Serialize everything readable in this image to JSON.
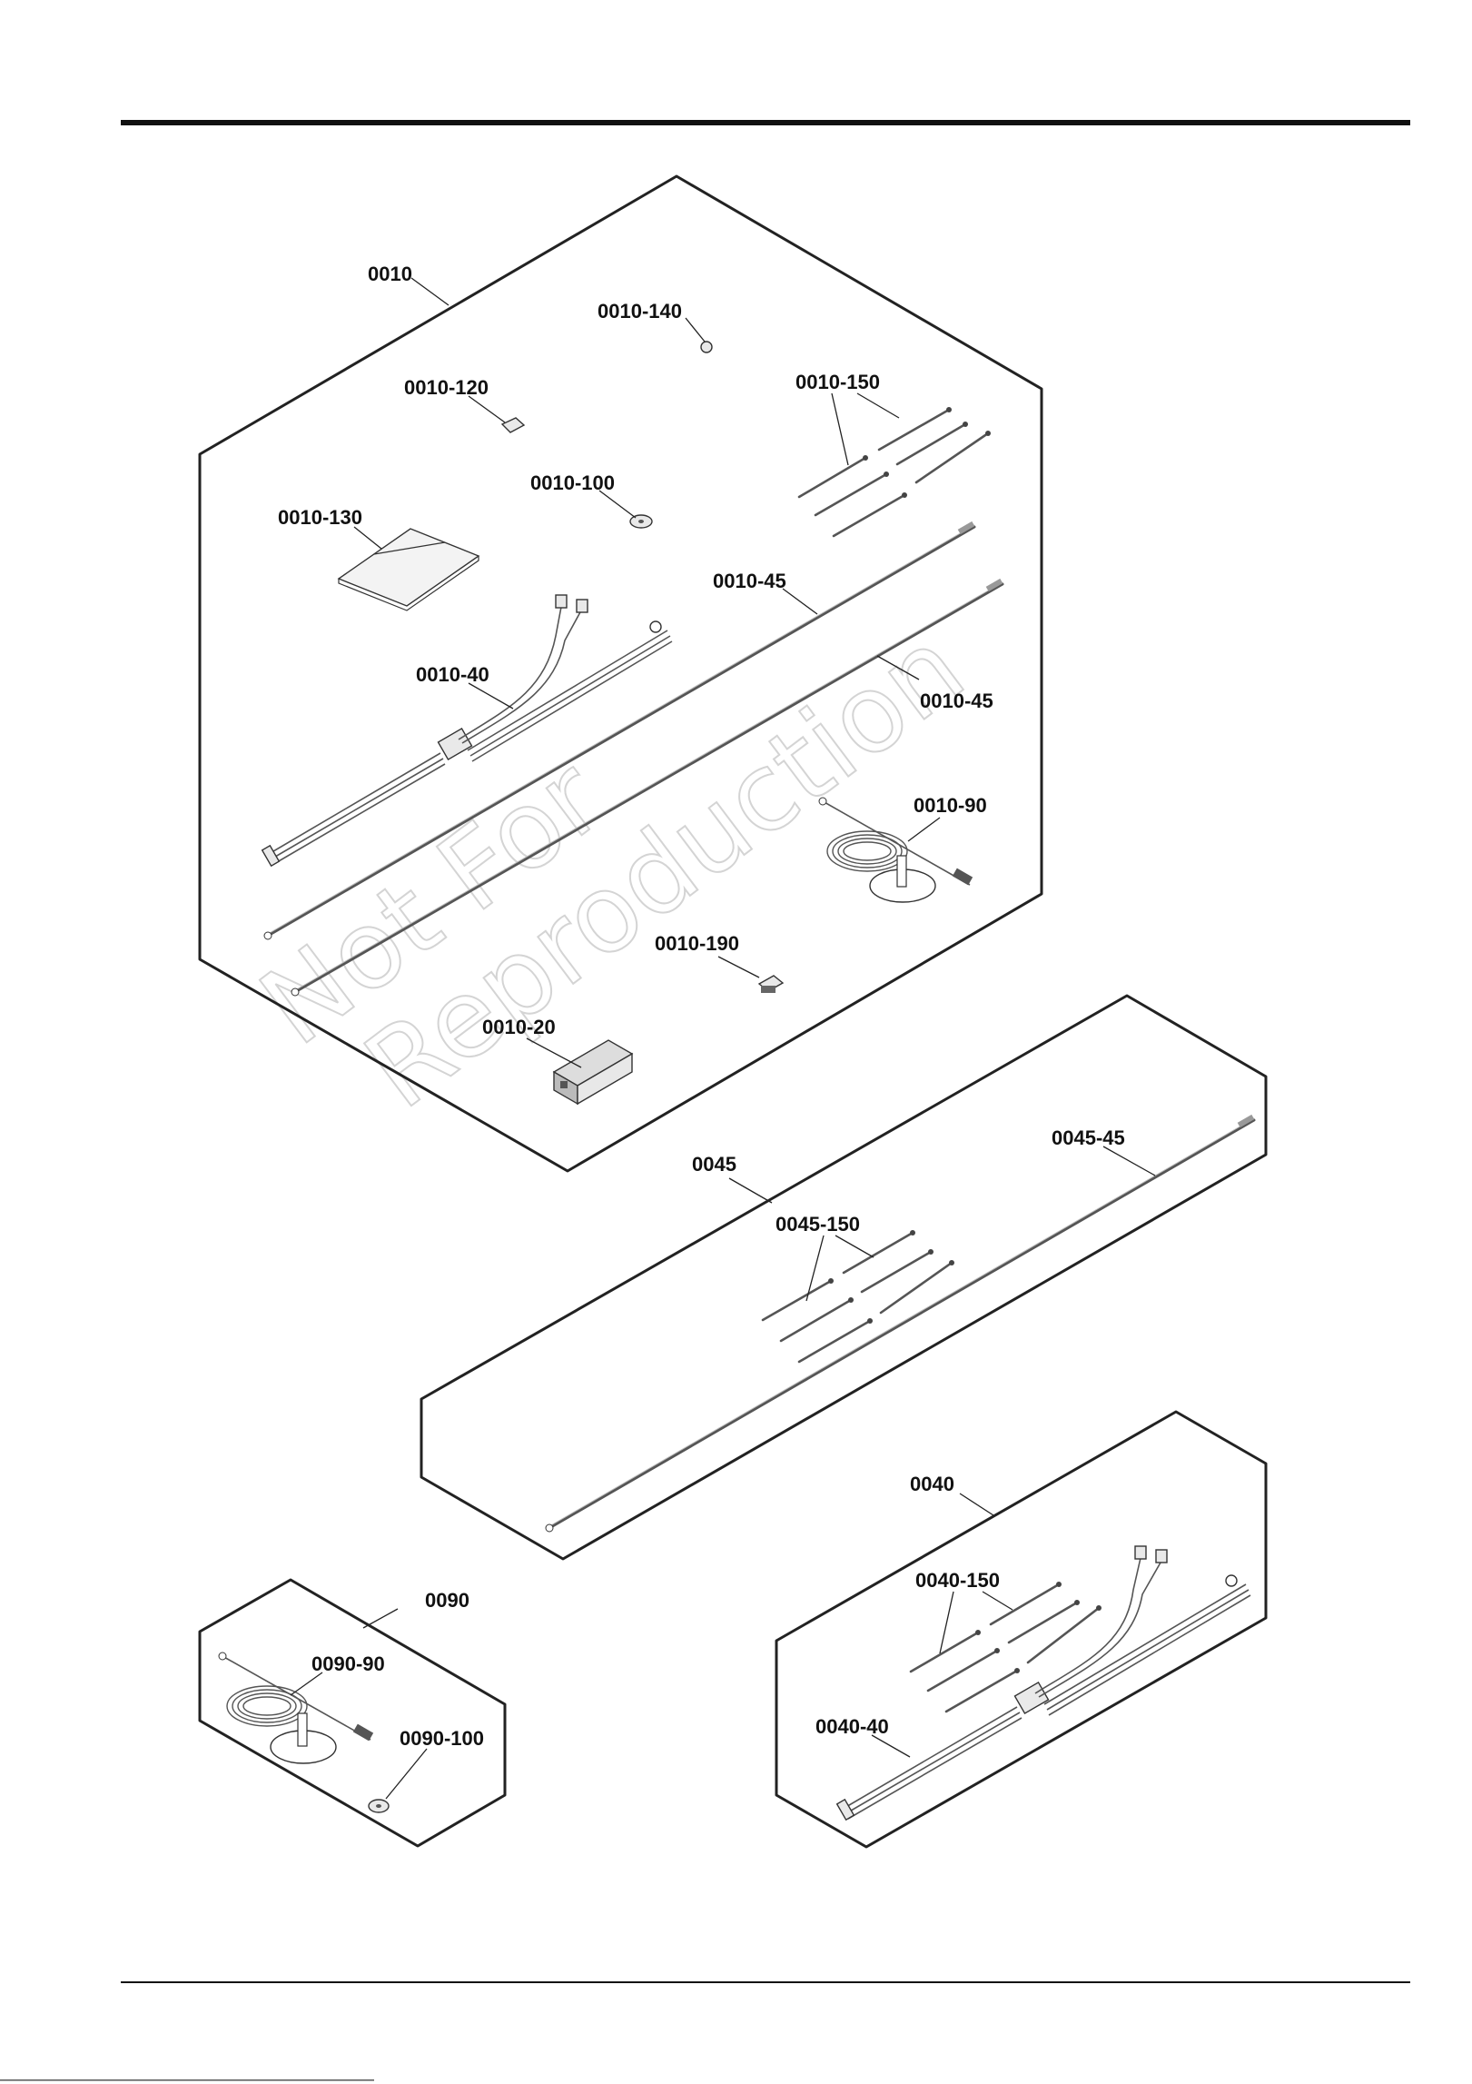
{
  "watermark": {
    "line1": "Not For",
    "line2": "Reproduction"
  },
  "kits": [
    {
      "id": "0010",
      "label": "0010"
    },
    {
      "id": "0045",
      "label": "0045"
    },
    {
      "id": "0040",
      "label": "0040"
    },
    {
      "id": "0090",
      "label": "0090"
    }
  ],
  "callouts": {
    "c0010_140": "0010-140",
    "c0010_120": "0010-120",
    "c0010_150": "0010-150",
    "c0010_100": "0010-100",
    "c0010_130": "0010-130",
    "c0010_45a": "0010-45",
    "c0010_40": "0010-40",
    "c0010_45b": "0010-45",
    "c0010_90": "0010-90",
    "c0010_190": "0010-190",
    "c0010_20": "0010-20",
    "c0045_45": "0045-45",
    "c0045_150": "0045-150",
    "c0040_150": "0040-150",
    "c0040_40": "0040-40",
    "c0090_90": "0090-90",
    "c0090_100": "0090-100"
  }
}
